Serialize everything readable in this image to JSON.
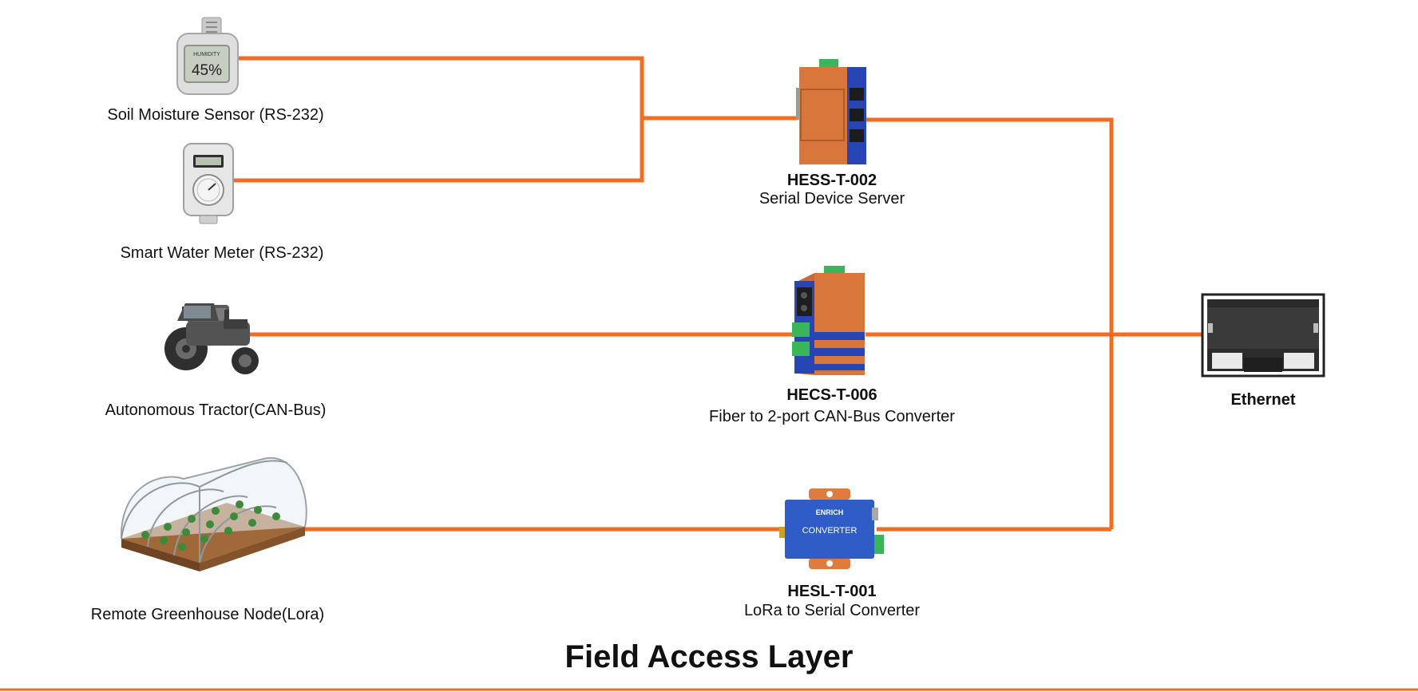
{
  "title": "Field Access Layer",
  "colors": {
    "link": "#f26b21",
    "device_orange": "#d9763c",
    "device_blue": "#2746b3",
    "terminal_green": "#3bb55a",
    "ethernet_dark": "#3a3a3a"
  },
  "sources": [
    {
      "id": "soil",
      "label": "Soil Moisture Sensor (RS-232)",
      "icon": "soil-moisture-sensor-icon",
      "display": "45%",
      "display_caption": "HUMIDITY"
    },
    {
      "id": "water",
      "label": "Smart Water Meter (RS-232)",
      "icon": "water-meter-icon"
    },
    {
      "id": "tractor",
      "label": "Autonomous Tractor(CAN-Bus)",
      "icon": "tractor-icon"
    },
    {
      "id": "greenhouse",
      "label": "Remote Greenhouse Node(Lora)",
      "icon": "greenhouse-icon"
    }
  ],
  "devices": [
    {
      "id": "hess",
      "model": "HESS-T-002",
      "description": "Serial Device Server",
      "icon": "serial-device-server-icon"
    },
    {
      "id": "hecs",
      "model": "HECS-T-006",
      "description": "Fiber to 2-port CAN-Bus Converter",
      "icon": "can-bus-converter-icon"
    },
    {
      "id": "hesl",
      "model": "HESL-T-001",
      "description": "LoRa to Serial Converter",
      "icon": "lora-converter-icon",
      "brand": "ENRICH",
      "face_label": "CONVERTER"
    }
  ],
  "ethernet": {
    "label": "Ethernet",
    "icon": "ethernet-port-icon"
  }
}
